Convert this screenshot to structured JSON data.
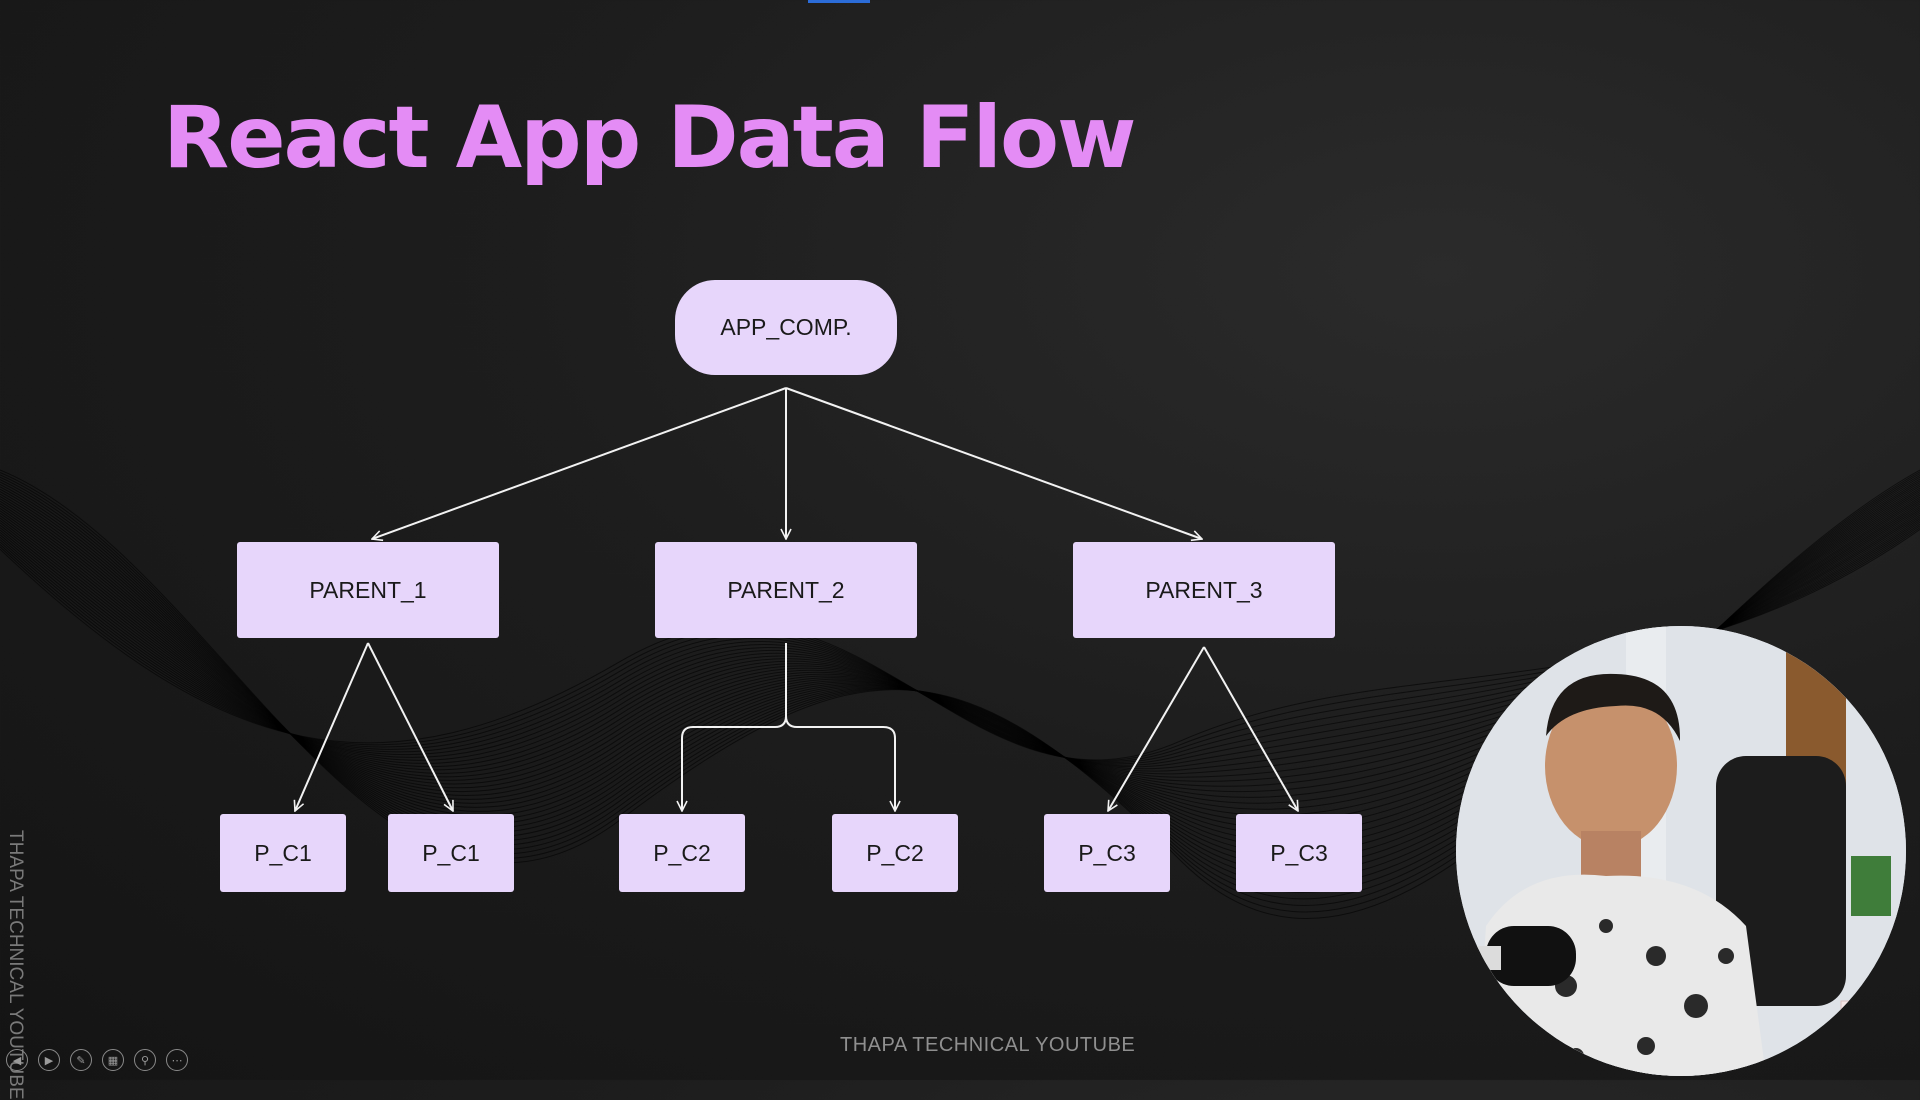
{
  "title": "React App Data Flow",
  "diagram": {
    "root": "APP_COMP.",
    "parents": [
      "PARENT_1",
      "PARENT_2",
      "PARENT_3"
    ],
    "children": [
      "P_C1",
      "P_C1",
      "P_C2",
      "P_C2",
      "P_C3",
      "P_C3"
    ]
  },
  "footer": "THAPA TECHNICAL YOUTUBE",
  "side_watermark": "THAPA TECHNICAL YOUTUBE",
  "colors": {
    "title": "#e48cf5",
    "node_fill": "#e7d6fb",
    "arrow": "#f2f2f2",
    "background": "#1b1b1b"
  },
  "controls": [
    "previous-icon",
    "next-icon",
    "pen-icon",
    "slides-icon",
    "zoom-icon",
    "more-icon"
  ]
}
